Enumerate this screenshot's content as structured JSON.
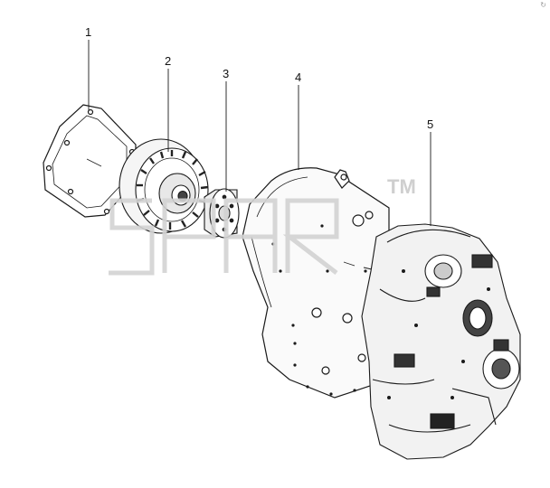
{
  "callouts": [
    {
      "label": "1",
      "part": "flexplate"
    },
    {
      "label": "2",
      "part": "torque-converter"
    },
    {
      "label": "3",
      "part": "hub-adapter"
    },
    {
      "label": "4",
      "part": "converter-housing"
    },
    {
      "label": "5",
      "part": "transmission"
    }
  ],
  "watermark": {
    "text": "SPAR",
    "mark": "TM"
  },
  "corner_mark": "↻",
  "colors": {
    "line": "#1a1a1a",
    "watermark": "#d3d3d3",
    "paper": "#ffffff"
  }
}
